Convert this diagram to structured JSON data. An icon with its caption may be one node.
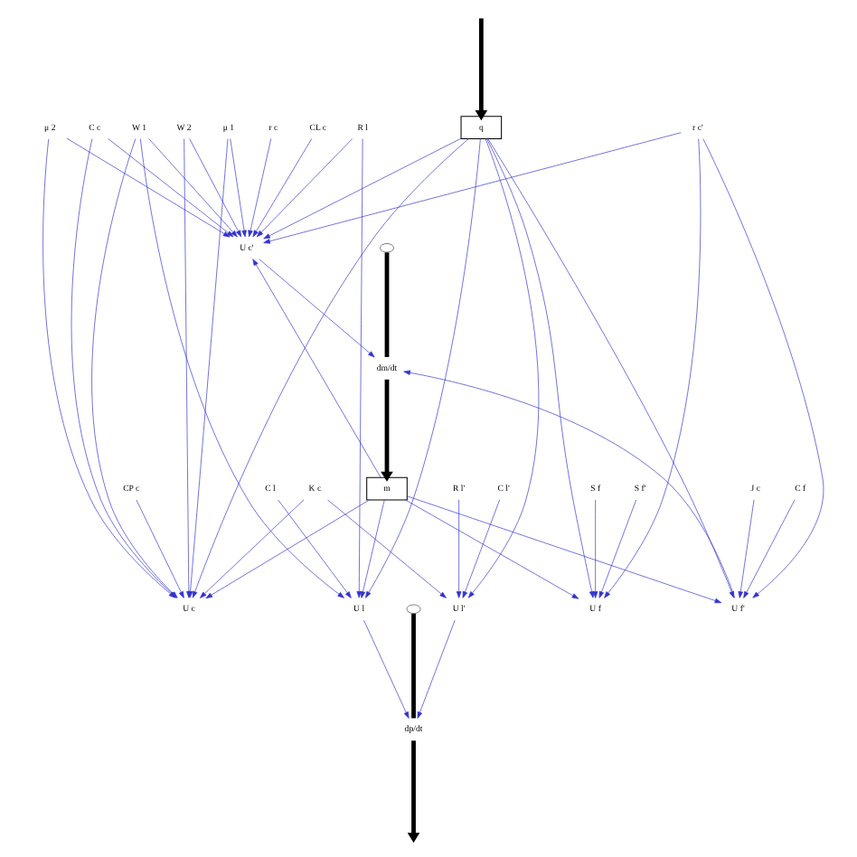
{
  "diagram": {
    "nodes": [
      {
        "text": [
          "q"
        ]
      },
      {
        "text": [
          "U c"
        ]
      },
      {
        "text": [
          "CP c"
        ]
      },
      {
        "text": [
          "W 1"
        ]
      },
      {
        "text": [
          "U l"
        ]
      },
      {
        "text": [],
        "shape": "cloud"
      },
      {
        "text": [
          "dp/dt"
        ]
      },
      {
        "text": [
          "C c"
        ]
      },
      {
        "text": [
          "μ 1"
        ]
      },
      {
        "text": [
          "μ 2"
        ]
      },
      {
        "text": [
          "W 2"
        ]
      },
      {
        "text": [
          "R l"
        ]
      },
      {
        "text": [
          "C l"
        ]
      },
      {
        "text": [
          "K c"
        ]
      },
      {
        "text": [
          "R l'"
        ]
      },
      {
        "text": [
          "C l'"
        ]
      },
      {
        "text": [
          "U l'"
        ]
      },
      {
        "text": [
          "U c'"
        ]
      },
      {
        "text": [
          "r c'"
        ]
      },
      {
        "text": [
          "J c"
        ]
      },
      {
        "text": [
          "S f"
        ]
      },
      {
        "text": [
          "U f"
        ]
      },
      {
        "text": [
          "r c"
        ]
      },
      {
        "text": [
          "CL c"
        ]
      },
      {
        "text": [],
        "shape": "cloud"
      },
      {
        "text": [
          "dm/dt"
        ]
      },
      {
        "text": [
          "m"
        ]
      },
      {
        "text": [
          "C f"
        ]
      },
      {
        "text": [
          "S f'"
        ]
      },
      {
        "text": [
          "U f'"
        ]
      }
    ],
    "edges": [
      {
        "from": null,
        "to": 0,
        "arrow": "to",
        "style": "thick",
        "color": "#000000"
      },
      {
        "from": 5,
        "to": 6,
        "arrow": "none",
        "style": "thick",
        "color": "#000000"
      },
      {
        "from": 6,
        "to": null,
        "arrow": "to",
        "style": "thick",
        "color": "#000000"
      },
      {
        "from": 24,
        "to": 25,
        "arrow": "none",
        "style": "thick",
        "color": "#000000"
      },
      {
        "from": 25,
        "to": 26,
        "arrow": "to",
        "style": "thick",
        "color": "#000000"
      },
      {
        "from": 2,
        "to": 1,
        "arrow": "to"
      },
      {
        "from": 7,
        "to": 1,
        "arrow": "to"
      },
      {
        "from": 8,
        "to": 1,
        "arrow": "to"
      },
      {
        "from": 9,
        "to": 1,
        "arrow": "to"
      },
      {
        "from": 3,
        "to": 1,
        "arrow": "to"
      },
      {
        "from": 10,
        "to": 1,
        "arrow": "to"
      },
      {
        "from": 0,
        "to": 1,
        "arrow": "to"
      },
      {
        "from": 26,
        "to": 1,
        "arrow": "to"
      },
      {
        "from": 13,
        "to": 1,
        "arrow": "to"
      },
      {
        "from": 3,
        "to": 4,
        "arrow": "to"
      },
      {
        "from": 11,
        "to": 4,
        "arrow": "to"
      },
      {
        "from": 12,
        "to": 4,
        "arrow": "to"
      },
      {
        "from": 0,
        "to": 4,
        "arrow": "to"
      },
      {
        "from": 26,
        "to": 4,
        "arrow": "to"
      },
      {
        "from": 4,
        "to": 6,
        "arrow": "to"
      },
      {
        "from": 13,
        "to": 16,
        "arrow": "to"
      },
      {
        "from": 14,
        "to": 16,
        "arrow": "to"
      },
      {
        "from": 15,
        "to": 16,
        "arrow": "to"
      },
      {
        "from": 0,
        "to": 16,
        "arrow": "to"
      },
      {
        "from": 16,
        "to": 6,
        "arrow": "to"
      },
      {
        "from": 7,
        "to": 17,
        "arrow": "to"
      },
      {
        "from": 8,
        "to": 17,
        "arrow": "to"
      },
      {
        "from": 9,
        "to": 17,
        "arrow": "to"
      },
      {
        "from": 10,
        "to": 17,
        "arrow": "to"
      },
      {
        "from": 3,
        "to": 17,
        "arrow": "to"
      },
      {
        "from": 11,
        "to": 17,
        "arrow": "to"
      },
      {
        "from": 0,
        "to": 17,
        "arrow": "to"
      },
      {
        "from": 22,
        "to": 17,
        "arrow": "to"
      },
      {
        "from": 23,
        "to": 17,
        "arrow": "to"
      },
      {
        "from": 26,
        "to": 17,
        "arrow": "to"
      },
      {
        "from": 18,
        "to": 17,
        "arrow": "to"
      },
      {
        "from": 20,
        "to": 21,
        "arrow": "to"
      },
      {
        "from": 28,
        "to": 21,
        "arrow": "to"
      },
      {
        "from": 18,
        "to": 21,
        "arrow": "to"
      },
      {
        "from": 0,
        "to": 21,
        "arrow": "to"
      },
      {
        "from": 26,
        "to": 21,
        "arrow": "to"
      },
      {
        "from": 18,
        "to": 29,
        "arrow": "to"
      },
      {
        "from": 19,
        "to": 29,
        "arrow": "to"
      },
      {
        "from": 27,
        "to": 29,
        "arrow": "to"
      },
      {
        "from": 26,
        "to": 29,
        "arrow": "to"
      },
      {
        "from": 0,
        "to": 29,
        "arrow": "to"
      },
      {
        "from": 17,
        "to": 25,
        "arrow": "to"
      },
      {
        "from": 29,
        "to": 25,
        "arrow": "to"
      }
    ]
  }
}
